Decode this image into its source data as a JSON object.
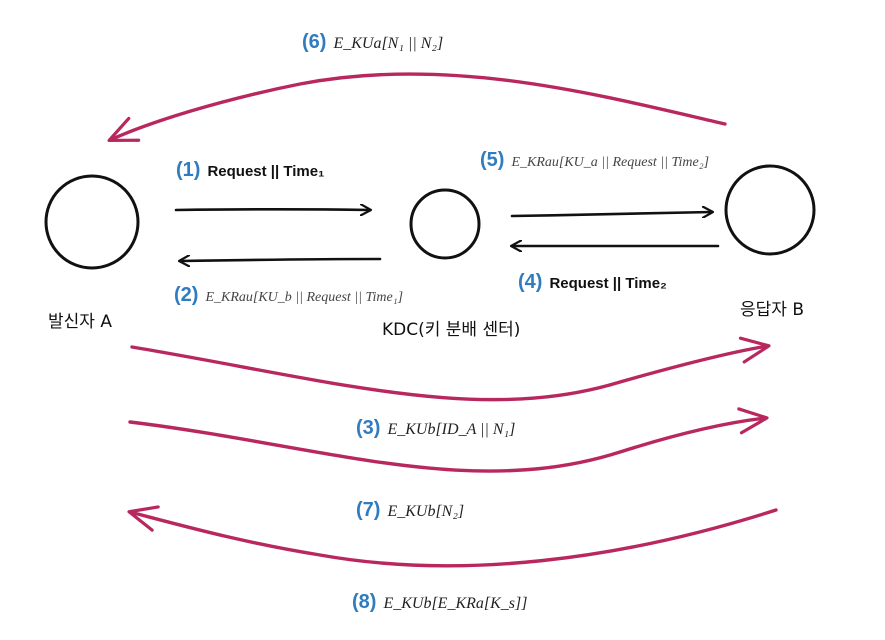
{
  "colors": {
    "step_number": "#2f7cc0",
    "kdc_arrow": "#111111",
    "direct_arrow": "#b8285f"
  },
  "nodes": {
    "sender": "발신자 A",
    "kdc": "KDC(키 분배 센터)",
    "responder": "응답자 B"
  },
  "steps": {
    "s1": {
      "num": "(1)",
      "text": "Request || Time₁"
    },
    "s2": {
      "num": "(2)",
      "text": "E_KRau[KU_b || Request || Time₁]"
    },
    "s3": {
      "num": "(3)",
      "text": "E_KUb[ID_A || N₁]"
    },
    "s4": {
      "num": "(4)",
      "text": "Request || Time₂"
    },
    "s5": {
      "num": "(5)",
      "text": "E_KRau[KU_a || Request || Time₂]"
    },
    "s6": {
      "num": "(6)",
      "text": "E_KUa[N₁ || N₂]"
    },
    "s7": {
      "num": "(7)",
      "text": "E_KUb[N₂]"
    },
    "s8": {
      "num": "(8)",
      "text": "E_KUb[E_KRa[K_s]]"
    }
  }
}
